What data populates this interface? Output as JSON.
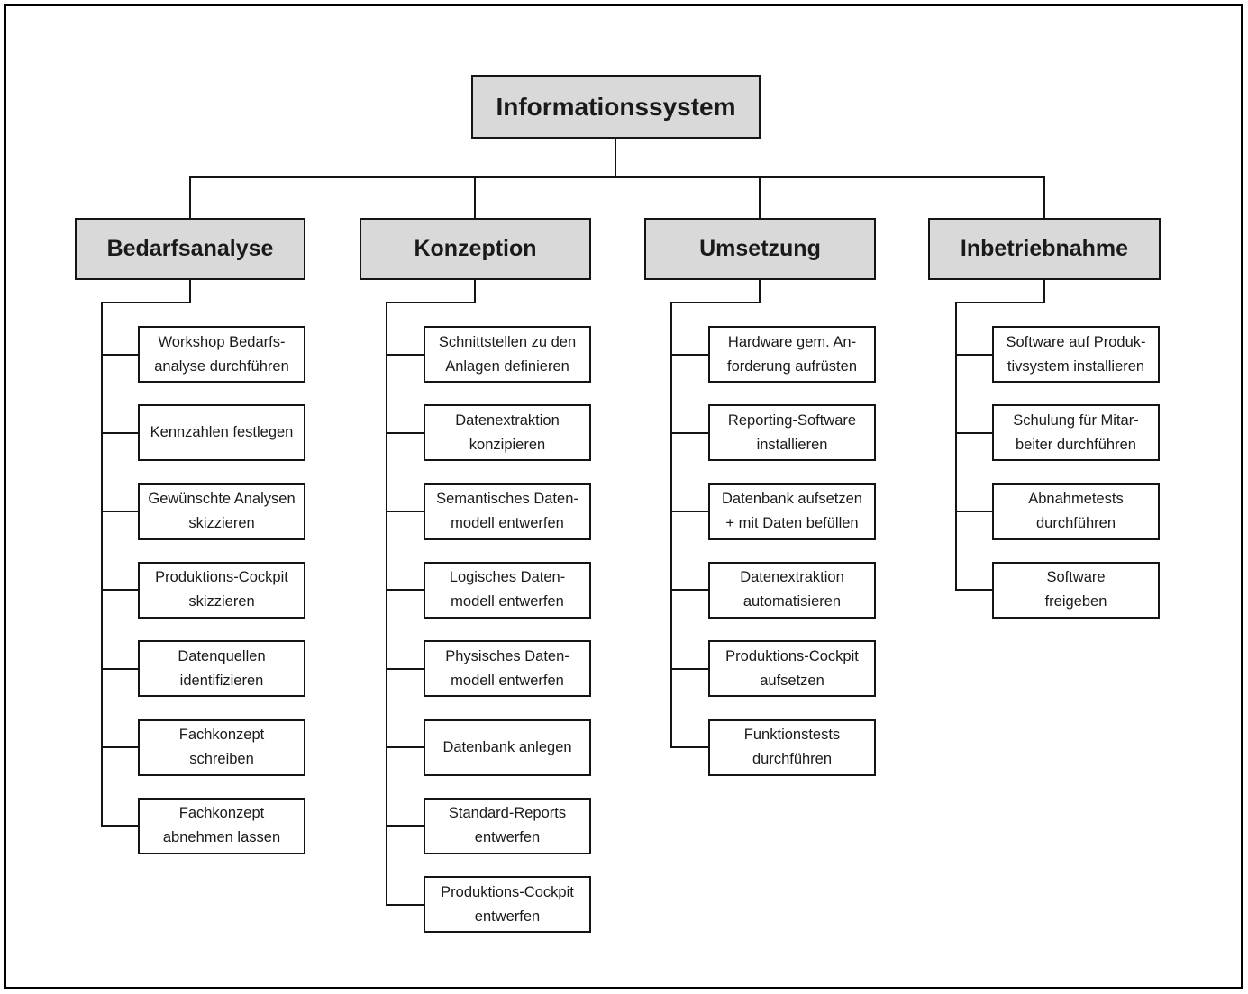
{
  "title": "Informationssystem",
  "colors": {
    "header_fill": "#d9d9d9",
    "task_fill": "#ffffff",
    "line": "#141414",
    "text": "#1a1a1a"
  },
  "columns": [
    {
      "header": "Bedarfsanalyse",
      "tasks": [
        [
          "Workshop Bedarfs-",
          "analyse durchführen"
        ],
        [
          "Kennzahlen festlegen"
        ],
        [
          "Gewünschte Analysen",
          "skizzieren"
        ],
        [
          "Produktions-Cockpit",
          "skizzieren"
        ],
        [
          "Datenquellen",
          "identifizieren"
        ],
        [
          "Fachkonzept",
          "schreiben"
        ],
        [
          "Fachkonzept",
          "abnehmen lassen"
        ]
      ]
    },
    {
      "header": "Konzeption",
      "tasks": [
        [
          "Schnittstellen zu den",
          "Anlagen definieren"
        ],
        [
          "Datenextraktion",
          "konzipieren"
        ],
        [
          "Semantisches Daten-",
          "modell entwerfen"
        ],
        [
          "Logisches Daten-",
          "modell entwerfen"
        ],
        [
          "Physisches Daten-",
          "modell entwerfen"
        ],
        [
          "Datenbank anlegen"
        ],
        [
          "Standard-Reports",
          "entwerfen"
        ],
        [
          "Produktions-Cockpit",
          "entwerfen"
        ]
      ]
    },
    {
      "header": "Umsetzung",
      "tasks": [
        [
          "Hardware gem. An-",
          "forderung aufrüsten"
        ],
        [
          "Reporting-Software",
          "installieren"
        ],
        [
          "Datenbank aufsetzen",
          "+ mit Daten befüllen"
        ],
        [
          "Datenextraktion",
          "automatisieren"
        ],
        [
          "Produktions-Cockpit",
          "aufsetzen"
        ],
        [
          "Funktionstests",
          "durchführen"
        ]
      ]
    },
    {
      "header": "Inbetriebnahme",
      "tasks": [
        [
          "Software auf Produk-",
          "tivsystem installieren"
        ],
        [
          "Schulung für Mitar-",
          "beiter durchführen"
        ],
        [
          "Abnahmetests",
          "durchführen"
        ],
        [
          "Software",
          "freigeben"
        ]
      ]
    }
  ]
}
